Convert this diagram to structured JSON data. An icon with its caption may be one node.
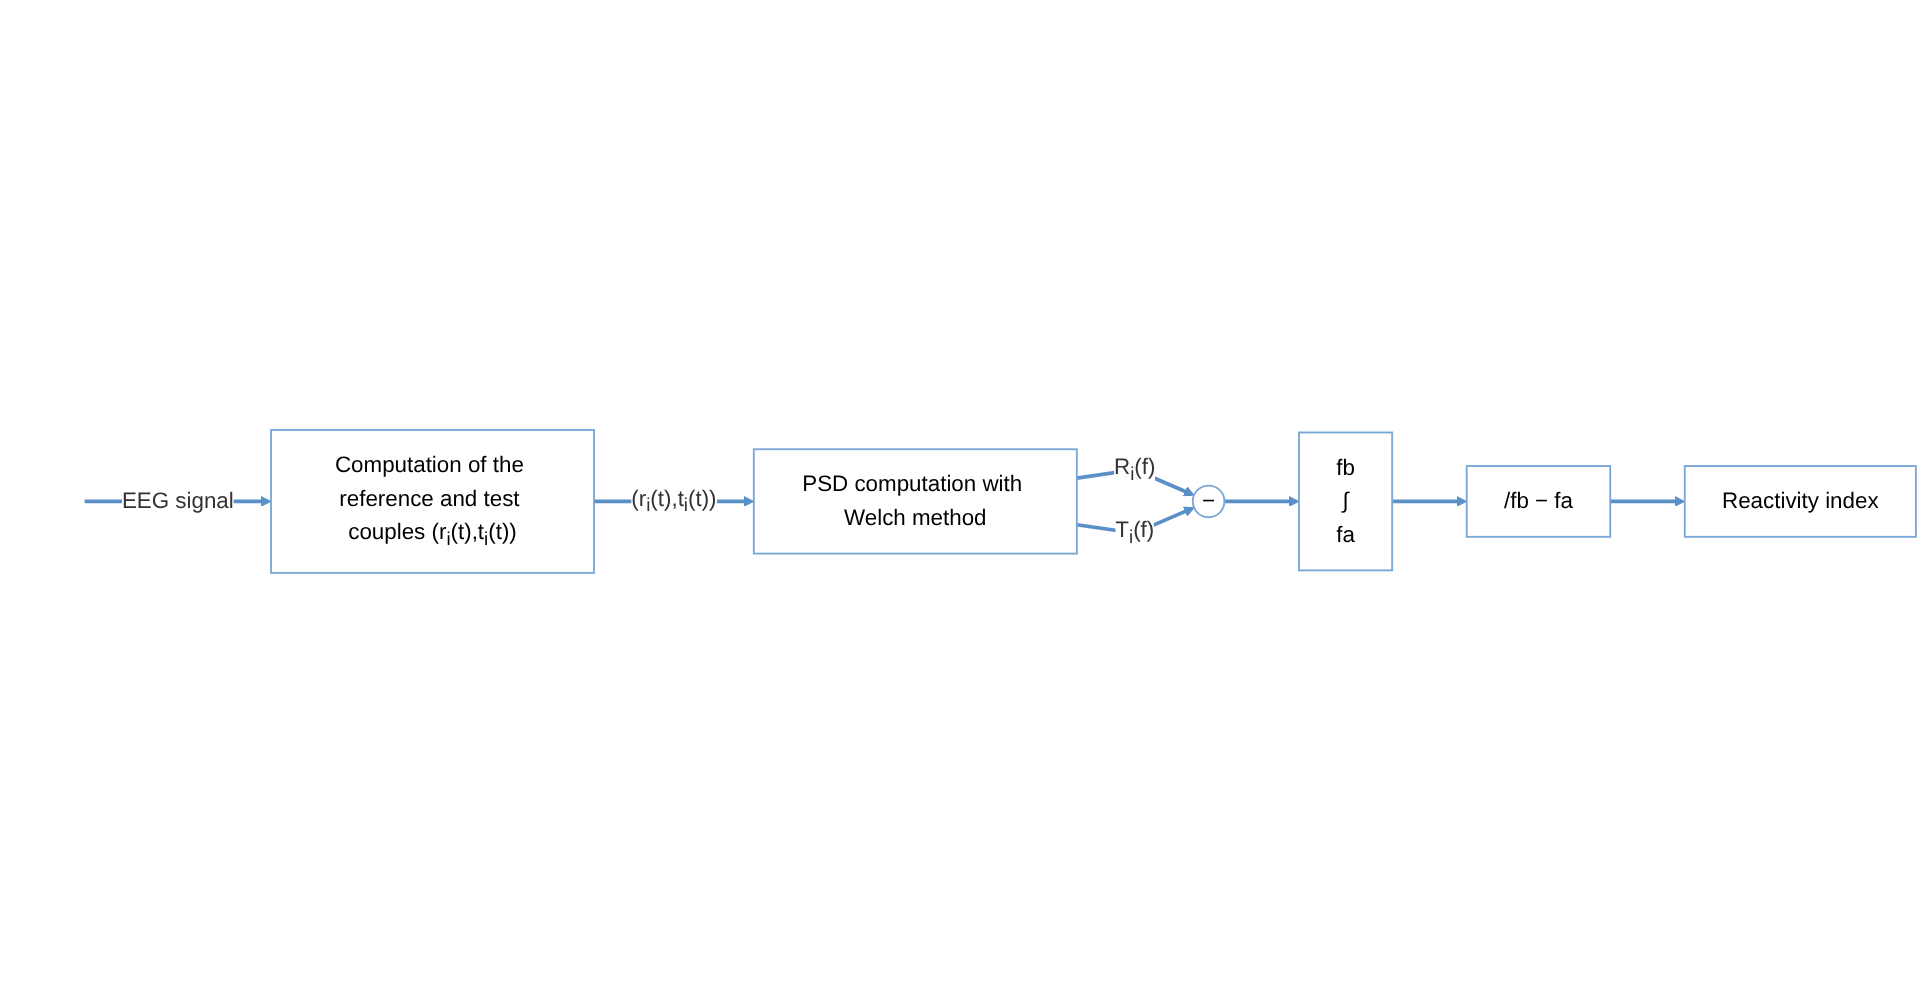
{
  "diagram": {
    "nodes": [
      {
        "text": [
          "Computation of the reference and test couples (r$_{i}$(t),t$_{i}$(t))"
        ]
      },
      {
        "text": [
          "PSD computation with Welch method"
        ]
      },
      {
        "text": [
          "−"
        ]
      },
      {
        "text": [
          "fb",
          "∫",
          "fa"
        ]
      },
      {
        "text": [
          "/fb − fa"
        ]
      },
      {
        "text": [
          "Reactivity index"
        ]
      }
    ],
    "edges": [
      {
        "from": null,
        "to": 0,
        "arrow": "to",
        "label": "EEG signal"
      },
      {
        "from": 0,
        "to": 1,
        "arrow": "to",
        "label": "(r$_{i}$(t),t$_{i}$(t))"
      },
      {
        "from": 1,
        "to": 2,
        "arrow": "to",
        "label": "R$_{i}$(f)"
      },
      {
        "from": 1,
        "to": 2,
        "arrow": "to",
        "label": "T$_{i}$(f)"
      },
      {
        "from": 2,
        "to": 3,
        "arrow": "to"
      },
      {
        "from": 3,
        "to": 4,
        "arrow": "to"
      },
      {
        "from": 4,
        "to": 5,
        "arrow": "to"
      }
    ]
  }
}
